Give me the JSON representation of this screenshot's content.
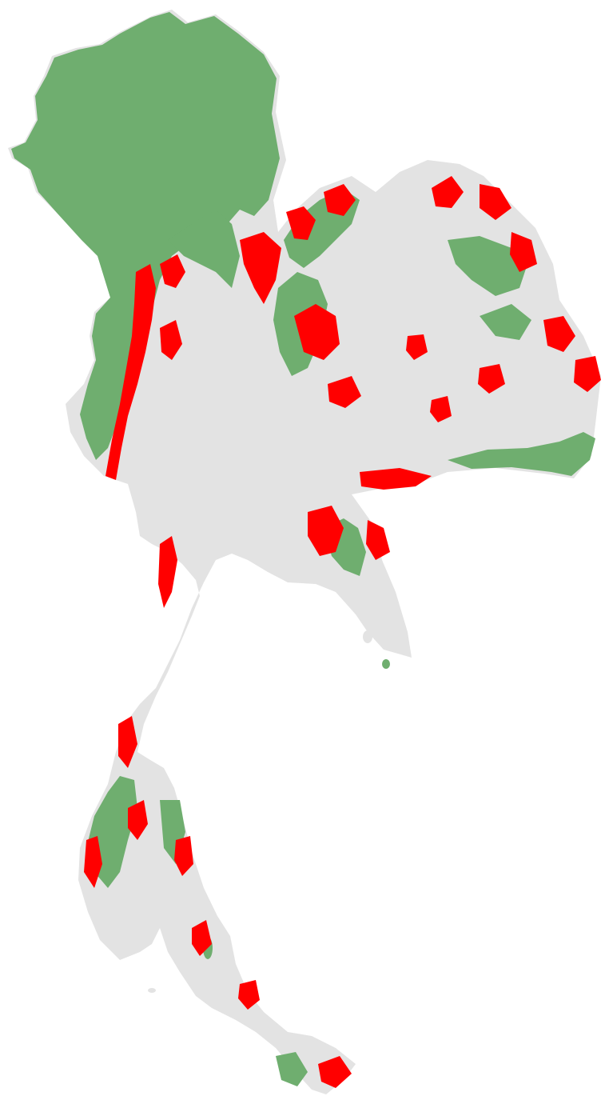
{
  "map": {
    "subject": "Thailand",
    "classes": [
      {
        "key": "base",
        "color": "#e3e3e3"
      },
      {
        "key": "forest",
        "color": "#6fae6f"
      },
      {
        "key": "change",
        "color": "#ff0000"
      }
    ]
  }
}
